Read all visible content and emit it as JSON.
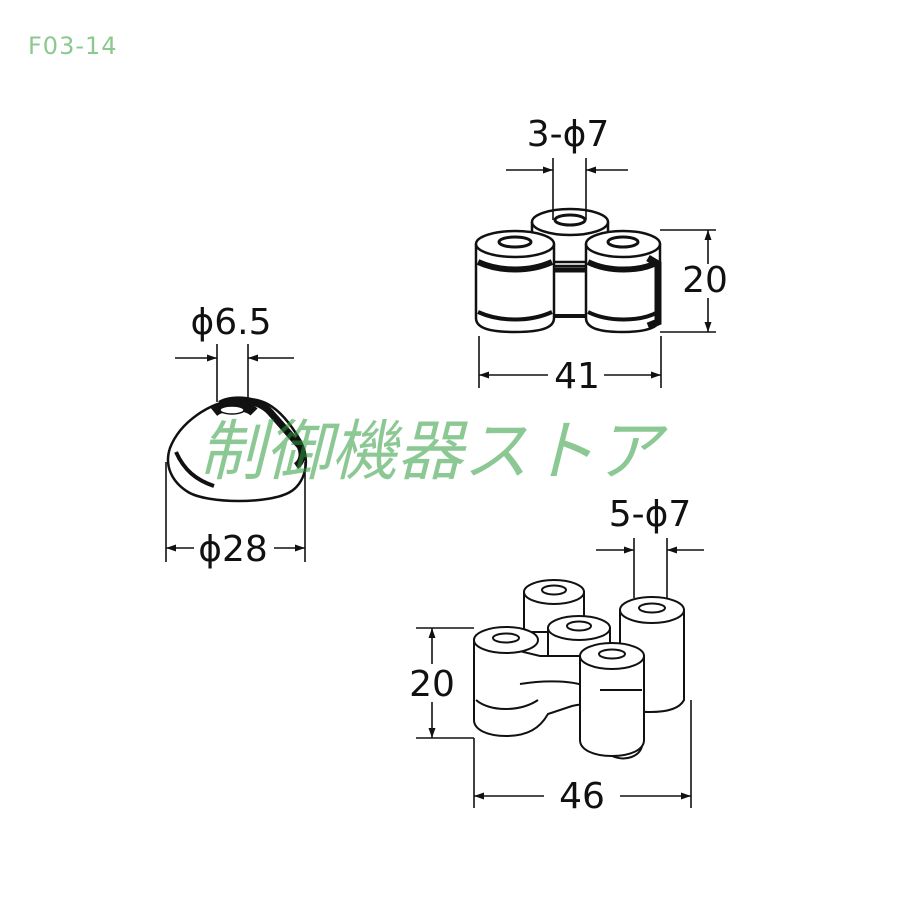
{
  "product_code": "F03-14",
  "watermark": "制御機器ストア",
  "parts": {
    "round_cap": {
      "hole_label": "ϕ6.5",
      "width_label": "ϕ28"
    },
    "three_hole": {
      "holes_label": "3-ϕ7",
      "height_label": "20",
      "width_label": "41"
    },
    "five_hole": {
      "holes_label": "5-ϕ7",
      "height_label": "20",
      "width_label": "46"
    }
  },
  "colors": {
    "code_text": "#8cc98e",
    "watermark": "#2e9b3d",
    "line": "#111111"
  }
}
